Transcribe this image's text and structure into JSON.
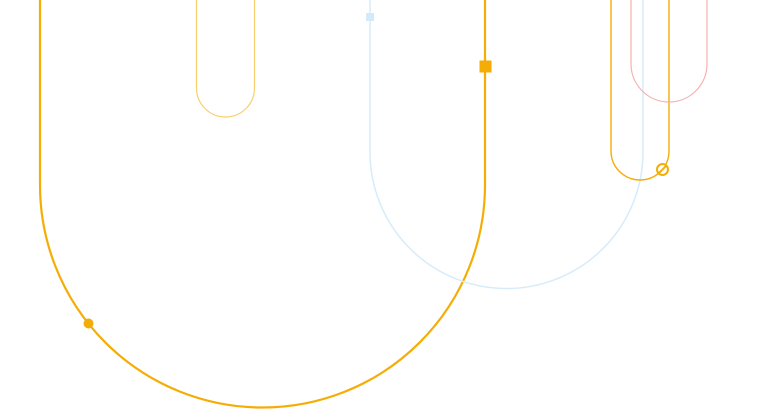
{
  "colors": {
    "background": "#ffffff",
    "amber": "#f5ad06",
    "amber_light": "#f8cf6c",
    "sky_blue": "#d6ecfb",
    "sky_blue_marker": "#d3eafb",
    "salmon": "#f6b0ab"
  },
  "shapes": [
    {
      "kind": "u-shape",
      "color_key": "amber",
      "weight": "thick"
    },
    {
      "kind": "u-shape",
      "color_key": "amber_light",
      "weight": "thin"
    },
    {
      "kind": "u-shape",
      "color_key": "sky_blue",
      "weight": "thin"
    },
    {
      "kind": "u-shape",
      "color_key": "amber",
      "weight": "medium"
    },
    {
      "kind": "u-shape",
      "color_key": "salmon",
      "weight": "thin"
    }
  ],
  "markers": [
    {
      "kind": "filled-dot",
      "color_key": "amber"
    },
    {
      "kind": "filled-square",
      "color_key": "amber"
    },
    {
      "kind": "filled-square",
      "color_key": "sky_blue_marker"
    },
    {
      "kind": "slashed-circle",
      "color_key": "amber"
    }
  ]
}
